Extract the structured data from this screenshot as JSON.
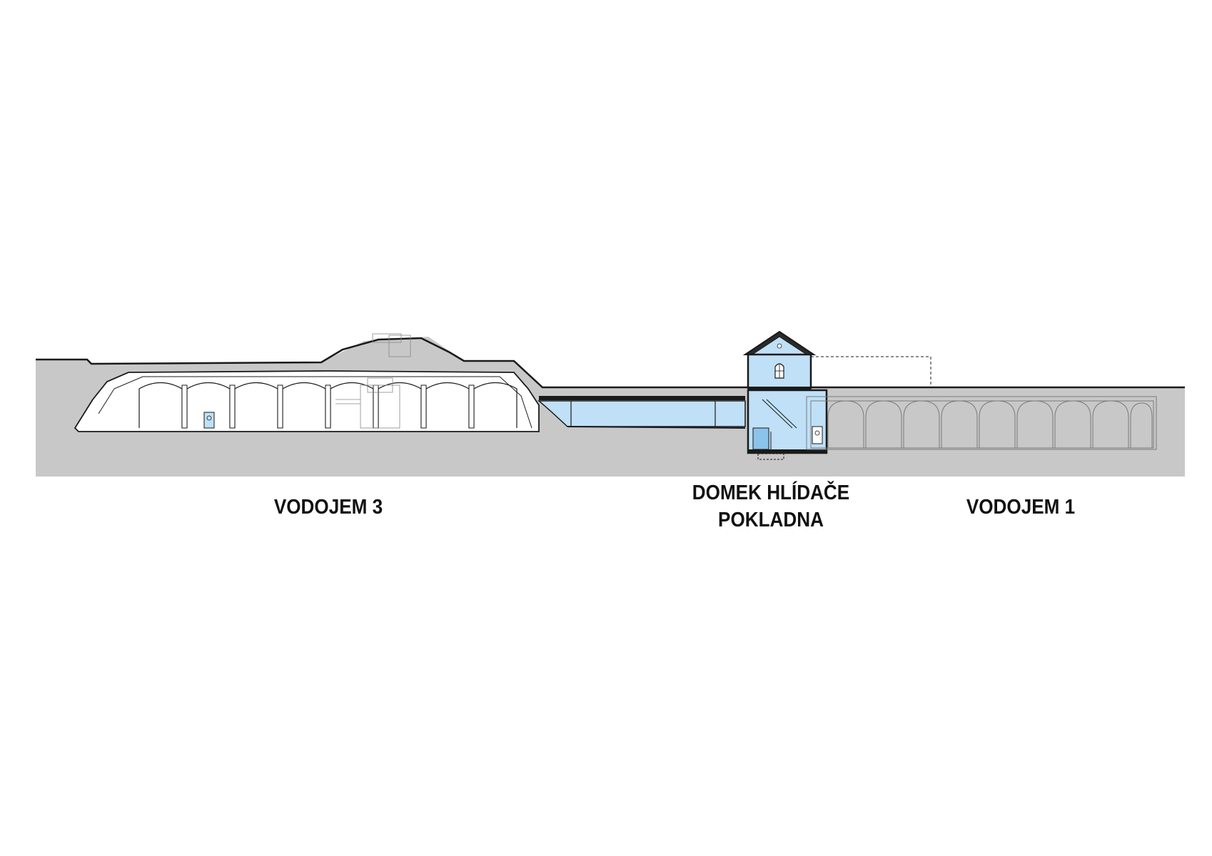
{
  "labels": {
    "vodojem3": "VODOJEM 3",
    "domek_line1": "DOMEK HLÍDAČE",
    "domek_line2": "POKLADNA",
    "vodojem1": "VODOJEM 1"
  },
  "colors": {
    "ground": "#c8c8c8",
    "glass": "#bfe0f7",
    "glass_dark": "#8cc3ea",
    "line": "#1a1a1a",
    "chamber": "#ffffff"
  }
}
